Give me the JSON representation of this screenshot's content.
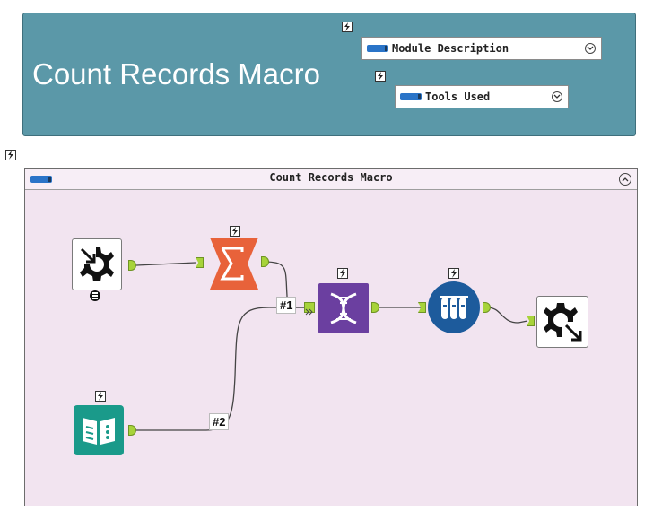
{
  "header": {
    "title": "Count Records Macro",
    "bg_color": "#5b98a8"
  },
  "module_description": {
    "label": "Module Description"
  },
  "tools_used": {
    "label": "Tools Used"
  },
  "container": {
    "title": "Count Records Macro",
    "bg_color": "#f2e4f0"
  },
  "tools": [
    {
      "name": "macro-input",
      "icon": "macro-input-gear-icon"
    },
    {
      "name": "summarize",
      "icon": "summation-icon"
    },
    {
      "name": "append-fields",
      "icon": "dna-icon"
    },
    {
      "name": "formula",
      "icon": "test-tubes-icon"
    },
    {
      "name": "macro-output",
      "icon": "macro-output-gear-icon"
    },
    {
      "name": "text-input",
      "icon": "book-icon"
    }
  ],
  "connections": {
    "label_1": "#1",
    "label_2": "#2"
  }
}
